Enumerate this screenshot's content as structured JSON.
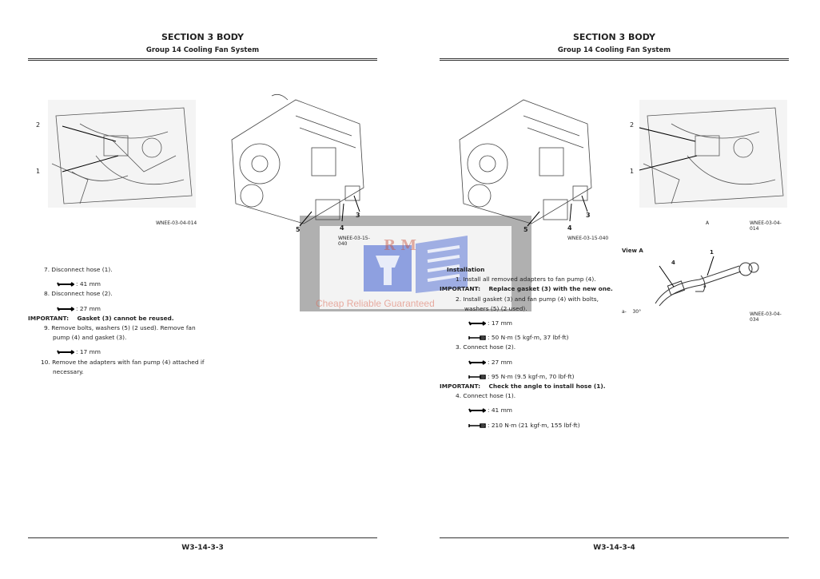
{
  "left_page": {
    "section_title": "SECTION 3 BODY",
    "group_title": "Group 14 Cooling Fan System",
    "figures": [
      {
        "caption": "WNEE-03-04-014",
        "callouts": [
          "2",
          "1"
        ]
      },
      {
        "caption": "WNEE-03-15-040",
        "callouts": [
          "5",
          "4",
          "3"
        ]
      }
    ],
    "steps": [
      {
        "type": "step",
        "num": "7.",
        "text": "Disconnect hose (1)."
      },
      {
        "type": "tool",
        "icon": "wrench-icon",
        "text": ": 41 mm"
      },
      {
        "type": "step",
        "num": "8.",
        "text": "Disconnect hose (2)."
      },
      {
        "type": "tool",
        "icon": "wrench-icon",
        "text": ": 27 mm"
      },
      {
        "type": "important",
        "label": "IMPORTANT:",
        "text": "Gasket (3) cannot be reused."
      },
      {
        "type": "step",
        "num": "9.",
        "text": "Remove bolts, washers (5) (2 used). Remove fan",
        "cont": "pump (4) and gasket (3)."
      },
      {
        "type": "tool",
        "icon": "wrench-icon",
        "text": ": 17 mm"
      },
      {
        "type": "step",
        "num": "10.",
        "text": "Remove the adapters with fan pump (4) attached if",
        "cont": "necessary."
      }
    ],
    "page_number": "W3-14-3-3"
  },
  "right_page": {
    "section_title": "SECTION 3 BODY",
    "group_title": "Group 14 Cooling Fan System",
    "figures": [
      {
        "caption": "WNEE-03-15-040",
        "callouts": [
          "5",
          "4",
          "3"
        ]
      },
      {
        "caption": "WNEE-03-04-014",
        "callouts": [
          "2",
          "1",
          "A"
        ]
      },
      {
        "title": "View A",
        "caption": "WNEE-03-04-034",
        "callouts": [
          "4",
          "1",
          "a"
        ],
        "legend": "a-    30°"
      }
    ],
    "heading": "Installation",
    "steps": [
      {
        "type": "step",
        "num": "1.",
        "text": "Install all removed adapters to fan pump (4)."
      },
      {
        "type": "important",
        "label": "IMPORTANT:",
        "text": "Replace gasket (3) with the new one."
      },
      {
        "type": "step",
        "num": "2.",
        "text": "Install gasket (3) and fan pump (4) with bolts,",
        "cont": "washers (5) (2 used)."
      },
      {
        "type": "tool",
        "icon": "wrench-icon",
        "text": ": 17 mm"
      },
      {
        "type": "tool",
        "icon": "torque-wrench-icon",
        "text": ": 50 N·m (5 kgf·m, 37 lbf·ft)"
      },
      {
        "type": "step",
        "num": "3.",
        "text": "Connect hose (2)."
      },
      {
        "type": "tool",
        "icon": "wrench-icon",
        "text": ": 27 mm"
      },
      {
        "type": "tool",
        "icon": "torque-wrench-icon",
        "text": ": 95 N·m (9.5 kgf·m, 70 lbf·ft)"
      },
      {
        "type": "important",
        "label": "IMPORTANT:",
        "text": "Check the angle to install hose (1)."
      },
      {
        "type": "step",
        "num": "4.",
        "text": "Connect hose (1)."
      },
      {
        "type": "tool",
        "icon": "wrench-icon",
        "text": ": 41 mm"
      },
      {
        "type": "tool",
        "icon": "torque-wrench-icon",
        "text": ": 210 N·m (21 kgf·m, 155 lbf·ft)"
      }
    ],
    "page_number": "W3-14-3-4"
  },
  "watermark": {
    "logo_text": "R M",
    "slogan": "Cheap Reliable Guaranteed",
    "color": "#3a5bd0"
  }
}
